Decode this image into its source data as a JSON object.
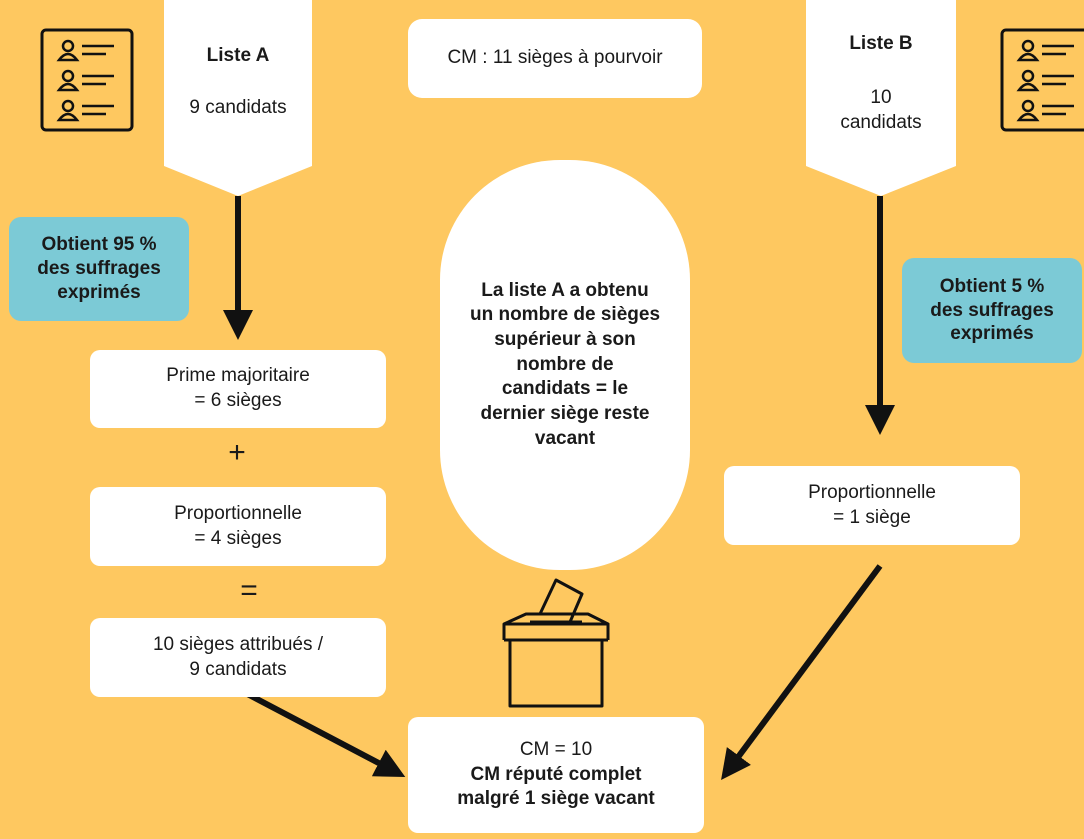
{
  "council": {
    "title": "CM : 11 sièges à pourvoir"
  },
  "list_a": {
    "name": "Liste A",
    "candidates": "9 candidats",
    "vote_share": "Obtient 95 %\ndes suffrages\nexprimés",
    "majority_bonus": "Prime majoritaire\n= 6  sièges",
    "plus": "+",
    "proportional": "Proportionnelle\n= 4 sièges",
    "equals": "=",
    "result": "10 sièges attribués /\n9 candidats"
  },
  "list_b": {
    "name": "Liste B",
    "candidates": "10\ncandidats",
    "vote_share": "Obtient 5 %\ndes suffrages\nexprimés",
    "proportional": "Proportionnelle\n= 1 siège"
  },
  "note": "La liste A a obtenu\nun nombre de sièges\nsupérieur à son\nnombre de\ncandidats = le\ndernier siège reste\nvacant",
  "outcome": {
    "line1": "CM = 10",
    "line2": "CM réputé complet\nmalgré 1 siège vacant"
  },
  "colors": {
    "background": "#FEC860",
    "teal": "#7CCAD6",
    "box": "#FFFFFF",
    "ink": "#1A1A1A"
  },
  "icons": [
    "candidate-list-icon",
    "ballot-box-icon"
  ]
}
